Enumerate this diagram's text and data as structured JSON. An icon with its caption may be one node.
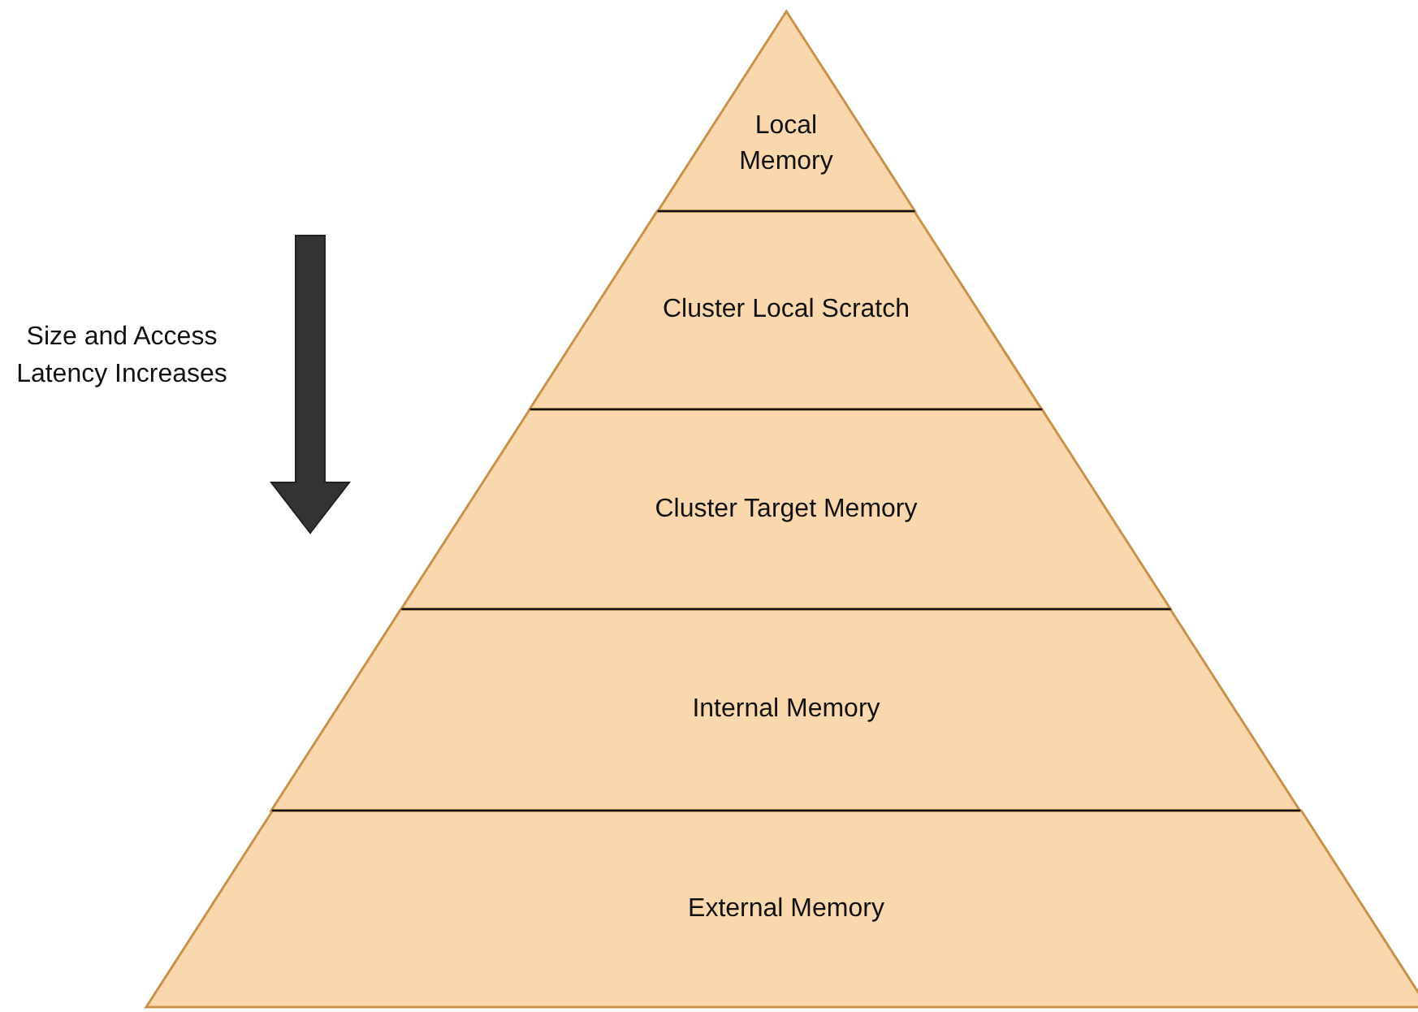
{
  "diagram": {
    "nodes": [
      {
        "text": [
          "Local Memory"
        ]
      },
      {
        "text": [
          "Cluster Local Scratch"
        ]
      },
      {
        "text": [
          "Cluster Target Memory"
        ]
      },
      {
        "text": [
          "Internal Memory"
        ]
      },
      {
        "text": [
          "External Memory"
        ]
      }
    ],
    "labels": [
      "Size and Access Latency Increases"
    ]
  }
}
